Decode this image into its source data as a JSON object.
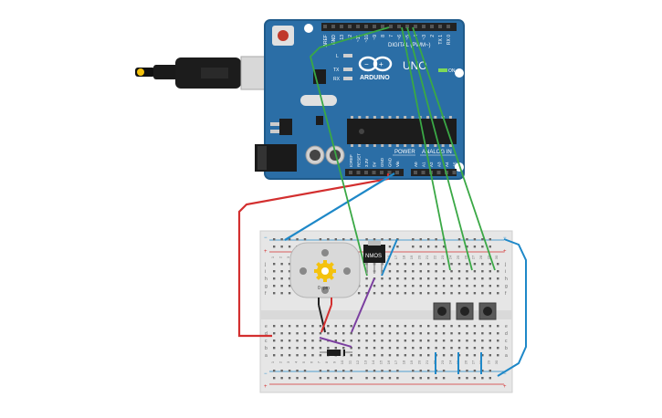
{
  "canvas": {
    "description_free": true
  },
  "arduino": {
    "brand_text": "ARDUINO",
    "model_text": "UNO",
    "digital_header": "DIGITAL (PWM~)",
    "analog_header": "ANALOG IN",
    "power_header": "POWER",
    "on_label": "ON",
    "led_l": "L",
    "led_tx": "TX",
    "led_rx": "RX",
    "pin_labels_digital": [
      "AREF",
      "GND",
      "13",
      "12",
      "~11",
      "~10",
      "~9",
      "8",
      "7",
      "~6",
      "~5",
      "4",
      "~3",
      "2",
      "TX 1",
      "RX 0"
    ],
    "pin_labels_power": [
      "IOREF",
      "RESET",
      "3.3V",
      "5V",
      "GND",
      "GND",
      "Vin"
    ],
    "pin_labels_analog": [
      "A0",
      "A1",
      "A2",
      "A3",
      "A4",
      "A5"
    ],
    "colors": {
      "board": "#2b6ea6",
      "board_dark": "#1f5a8a",
      "header": "#222222"
    }
  },
  "motor": {
    "label": "0 rpm",
    "color_body": "#d9d9d9",
    "color_gear": "#f4c20d"
  },
  "mosfet": {
    "label": "NMOS"
  },
  "breadboard": {
    "rail_plus": "+",
    "rail_minus": "−",
    "row_letters_top": [
      "j",
      "i",
      "h",
      "g",
      "f"
    ],
    "row_letters_bottom": [
      "e",
      "d",
      "c",
      "b",
      "a"
    ],
    "column_numbers": [
      "1",
      "2",
      "3",
      "4",
      "5",
      "6",
      "7",
      "8",
      "9",
      "10",
      "11",
      "12",
      "13",
      "14",
      "15",
      "16",
      "17",
      "18",
      "19",
      "20",
      "21",
      "22",
      "23",
      "24",
      "25",
      "26",
      "27",
      "28",
      "29",
      "30"
    ]
  },
  "wire_colors": {
    "red": "#d32f2f",
    "blue": "#1e88c8",
    "green": "#3aa845",
    "purple": "#7b3fa0",
    "black": "#222222"
  },
  "usb_cable": {
    "color": "#1a1a1a"
  }
}
